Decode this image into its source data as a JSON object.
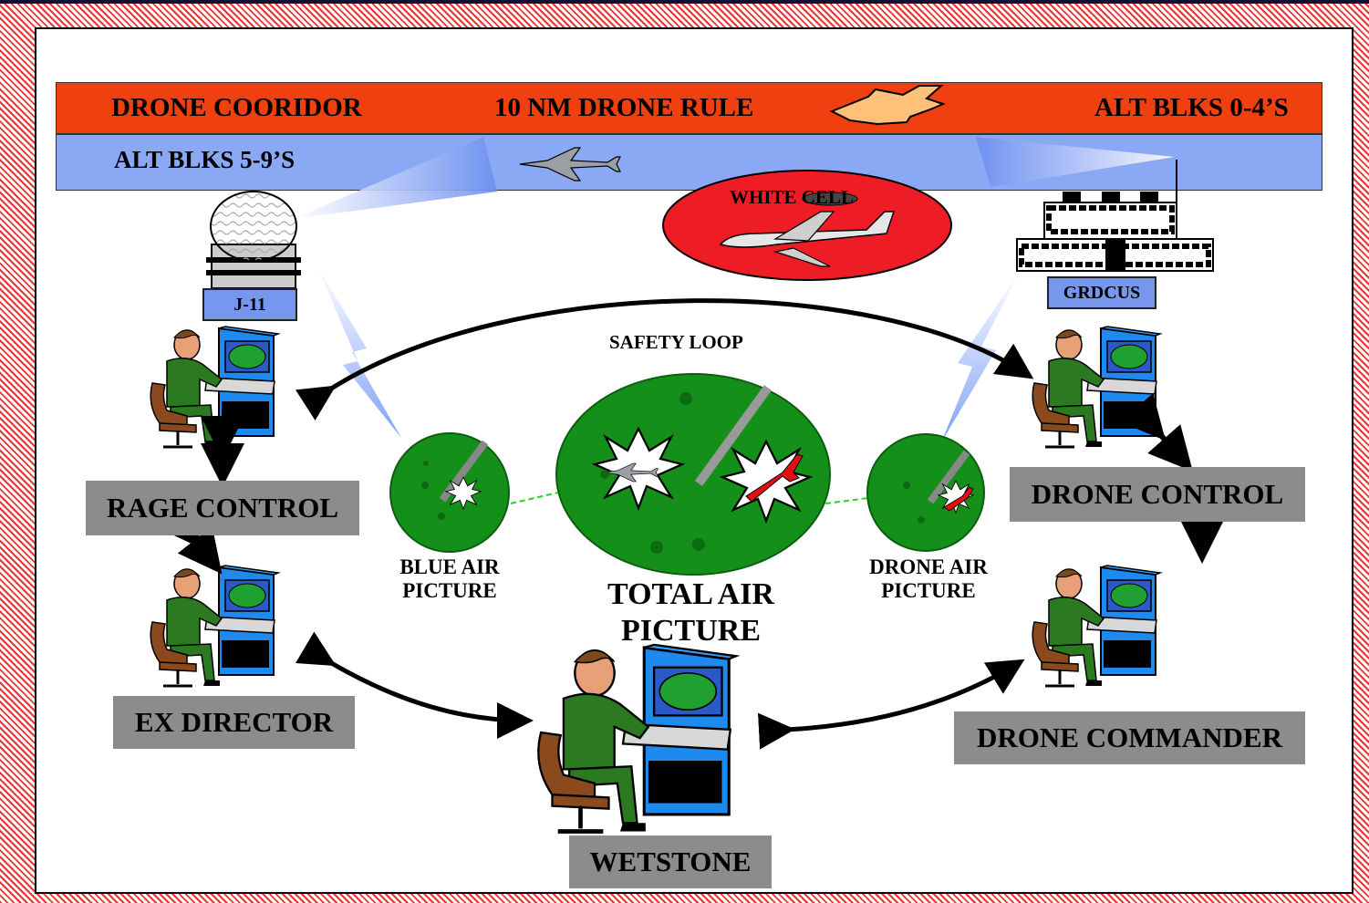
{
  "corridor": {
    "drone_corridor": "DRONE COORIDOR",
    "drone_rule": "10 NM DRONE RULE",
    "alt_low": "ALT BLKS 0-4’S",
    "alt_high": "ALT BLKS 5-9’S"
  },
  "white_cell": "WHITE CELL",
  "sites": {
    "radar": "J-11",
    "building": "GRDCUS"
  },
  "safety_loop": "SAFETY LOOP",
  "stations": {
    "rage_control": "RAGE CONTROL",
    "ex_director": "EX DIRECTOR",
    "wetstone": "WETSTONE",
    "drone_control": "DRONE CONTROL",
    "drone_commander": "DRONE COMMANDER"
  },
  "pictures": {
    "blue_line1": "BLUE AIR",
    "blue_line2": "PICTURE",
    "total_line1": "TOTAL AIR",
    "total_line2": "PICTURE",
    "drone_line1": "DRONE AIR",
    "drone_line2": "PICTURE"
  },
  "colors": {
    "red_band": "#f04010",
    "blue_band": "#8aa8f4",
    "white_cell": "#ee1c25",
    "scope_green": "#14901a",
    "label_gray": "#8c8c8c",
    "terminal_blue": "#1e8af0"
  }
}
